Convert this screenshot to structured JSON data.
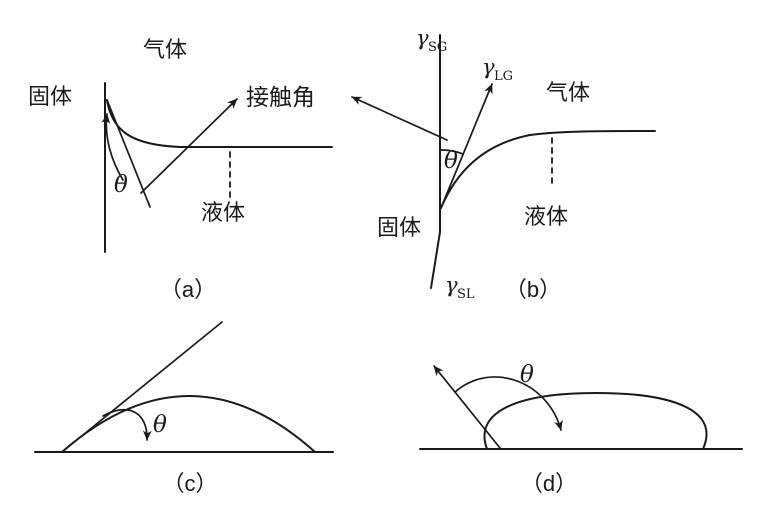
{
  "colors": {
    "ink": "#1a1a1a",
    "background": "#ffffff"
  },
  "figure": {
    "contact_angle_label": "接触角",
    "panel_a": {
      "caption": "（a）",
      "gas": "气体",
      "solid": "固体",
      "liquid": "液体",
      "theta": "θ"
    },
    "panel_b": {
      "caption": "（b）",
      "gas": "气体",
      "solid": "固体",
      "liquid": "液体",
      "theta": "θ",
      "gamma_sg": {
        "symbol": "γ",
        "sub": "SG"
      },
      "gamma_lg": {
        "symbol": "γ",
        "sub": "LG"
      },
      "gamma_sl": {
        "symbol": "γ",
        "sub": "SL"
      }
    },
    "panel_c": {
      "caption": "（c）",
      "theta": "θ"
    },
    "panel_d": {
      "caption": "（d）",
      "theta": "θ"
    }
  }
}
